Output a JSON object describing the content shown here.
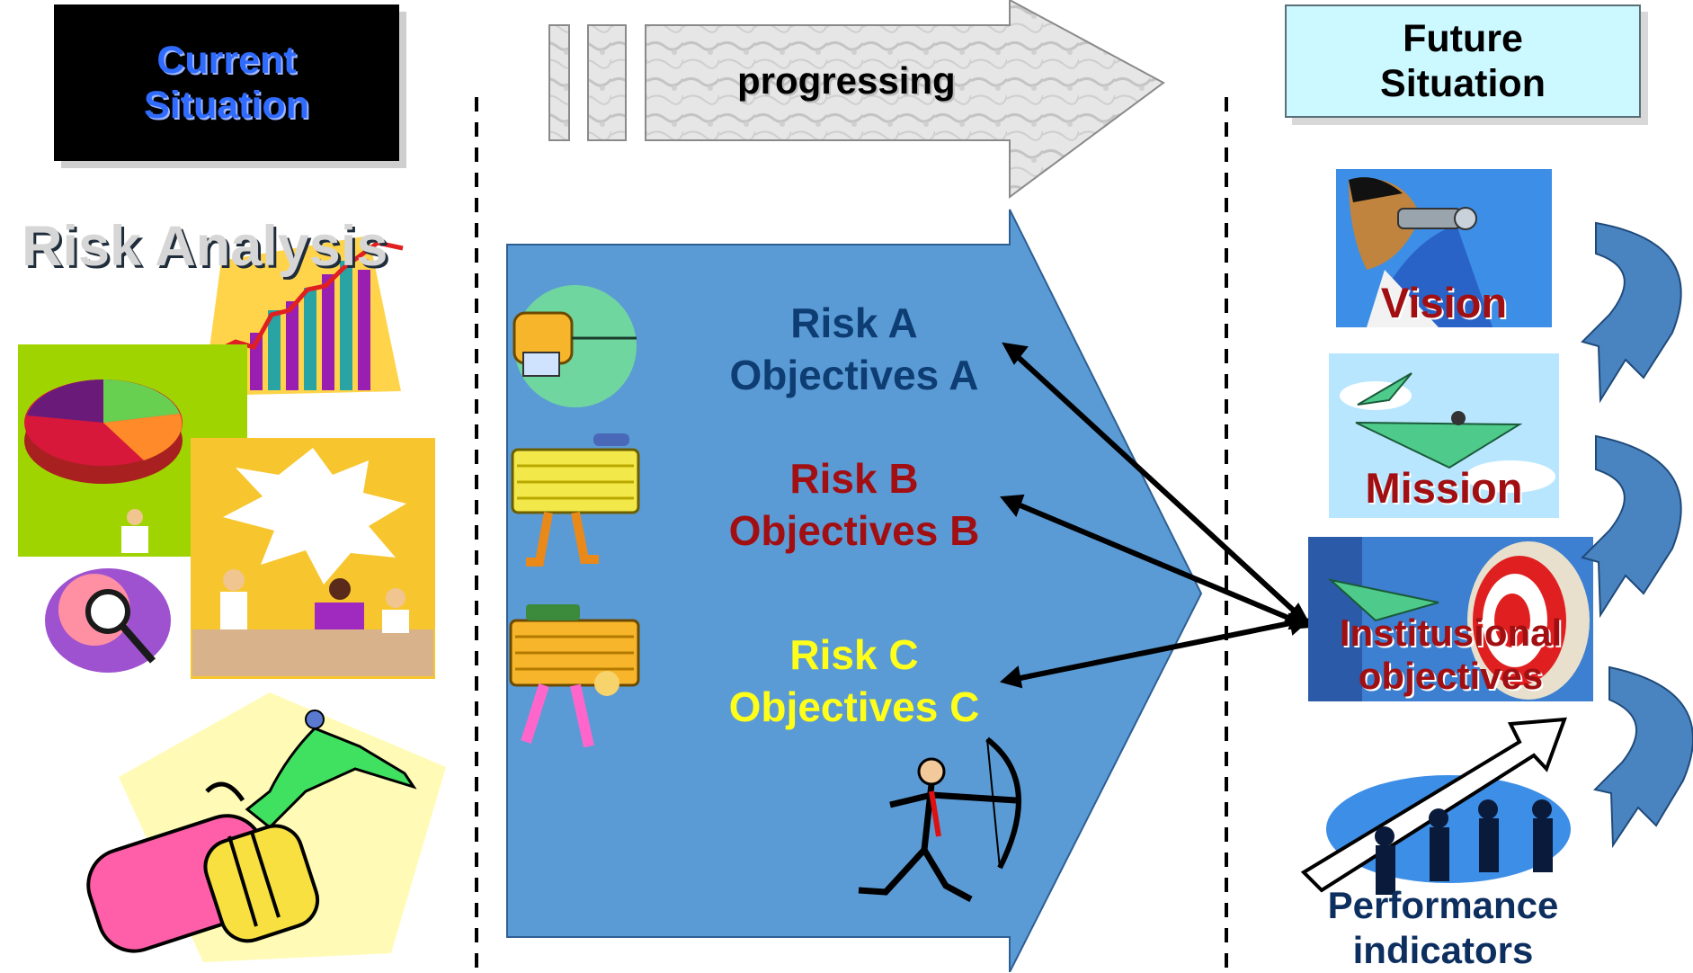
{
  "headers": {
    "current": [
      "Current",
      "Situation"
    ],
    "future": [
      "Future",
      "Situation"
    ],
    "progress": "progressing"
  },
  "risk_panel": {
    "title": "Risk Analysis"
  },
  "risks": [
    {
      "risk": "Risk A",
      "objectives": "Objectives A",
      "color": "#0d3d72"
    },
    {
      "risk": "Risk B",
      "objectives": "Objectives B",
      "color": "#a10f12"
    },
    {
      "risk": "Risk C",
      "objectives": "Objectives C",
      "color": "#ffff1a"
    }
  ],
  "future_items": [
    {
      "label": "Vision",
      "color": "#a10f12"
    },
    {
      "label": "Mission",
      "color": "#a10f12"
    },
    {
      "label": "Institusional objectives",
      "color": "#a10f12"
    },
    {
      "label": "Performance indicators",
      "color": "#0d2f5f"
    }
  ],
  "colors": {
    "center_panel": "#5b9bd5",
    "side_panel": "#3f546c",
    "curved_arrow": "#4a84c0",
    "arrow_fill": "#e3e3e3"
  }
}
